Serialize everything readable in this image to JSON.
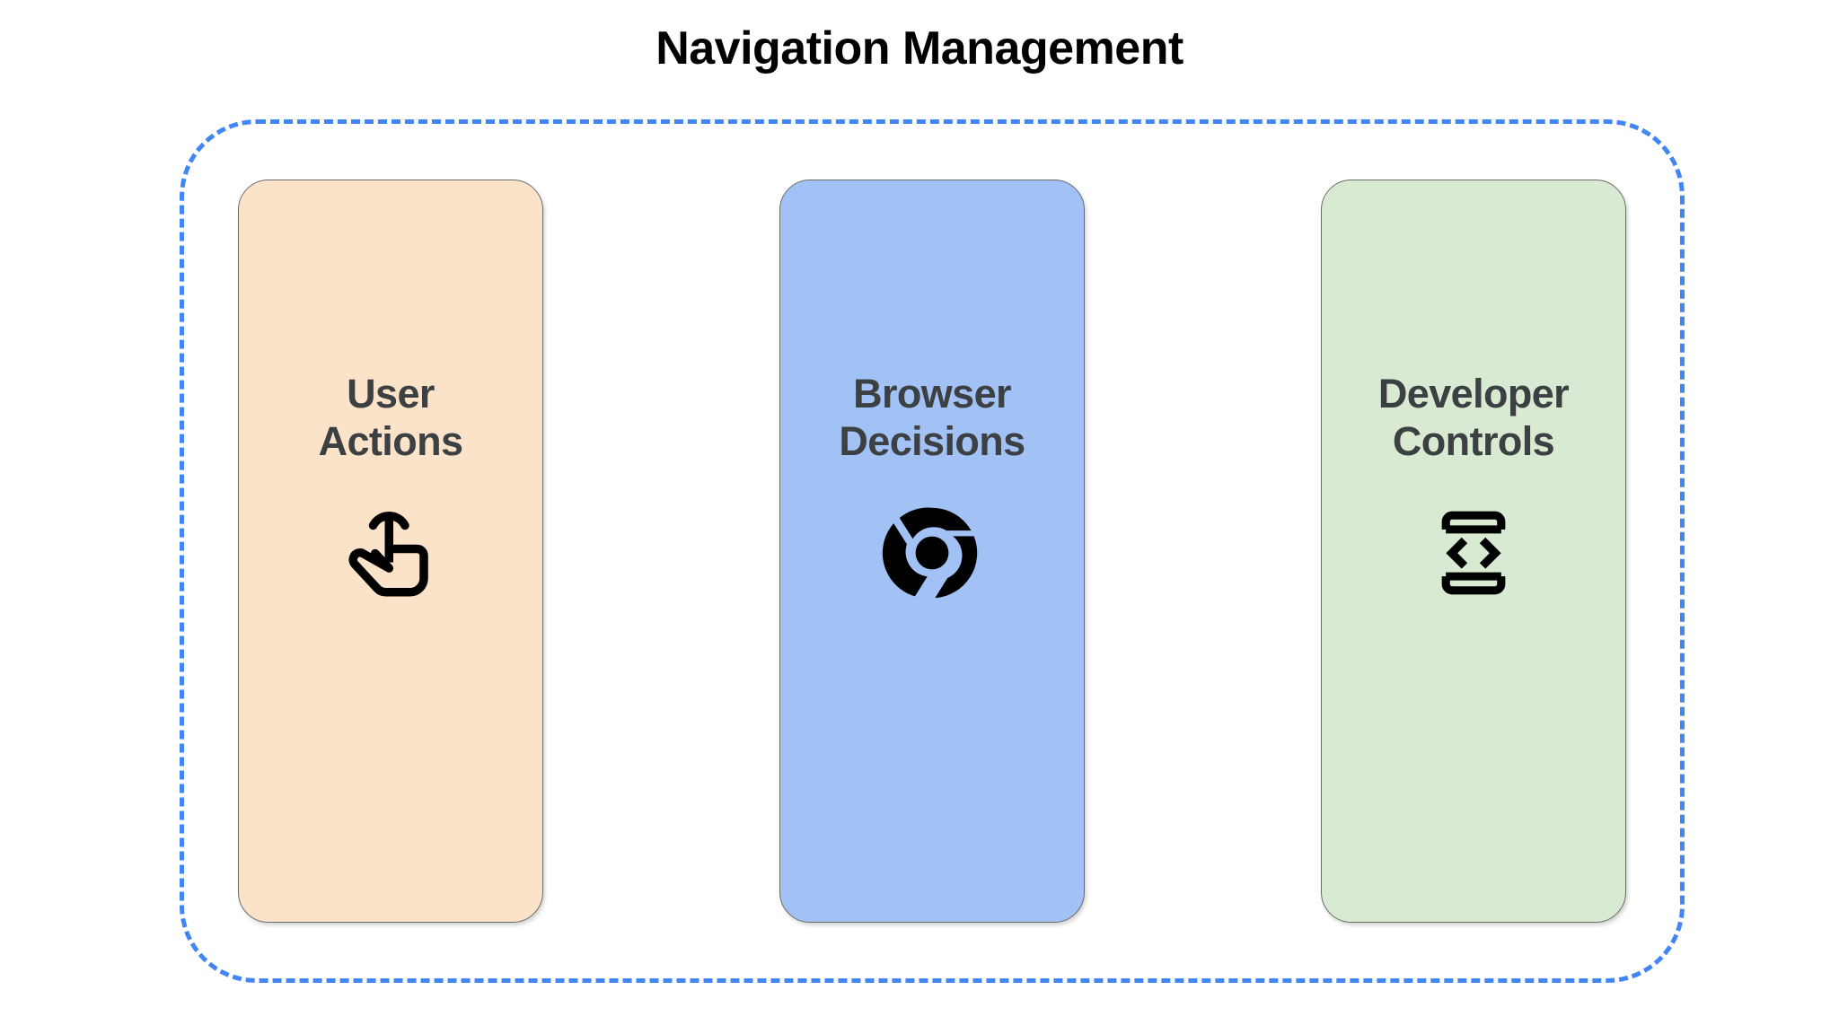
{
  "page": {
    "title": "Navigation Management",
    "background_color": "#FFFFFF",
    "title_color": "#000000"
  },
  "group": {
    "name": "navigation-management-group",
    "border_color": "#4285F4",
    "border_style": "dashed"
  },
  "cards": [
    {
      "id": "user-actions",
      "label": "User\nActions",
      "line1": "User",
      "line2": "Actions",
      "background_color": "#FBE3CA",
      "border_color": "#6B6B6B",
      "text_color": "#3C4043",
      "icon": "touch-tap-gesture-icon",
      "icon_color": "#000000"
    },
    {
      "id": "browser-decisions",
      "label": "Browser\nDecisions",
      "line1": "Browser",
      "line2": "Decisions",
      "background_color": "#A2C2F5",
      "border_color": "#6B6B6B",
      "text_color": "#3C4043",
      "icon": "chrome-browser-icon",
      "icon_color": "#000000"
    },
    {
      "id": "developer-controls",
      "label": "Developer\nControls",
      "line1": "Developer",
      "line2": "Controls",
      "background_color": "#D8EAD1",
      "border_color": "#6B6B6B",
      "text_color": "#3C4043",
      "icon": "developer-mode-code-icon",
      "icon_color": "#000000"
    }
  ]
}
